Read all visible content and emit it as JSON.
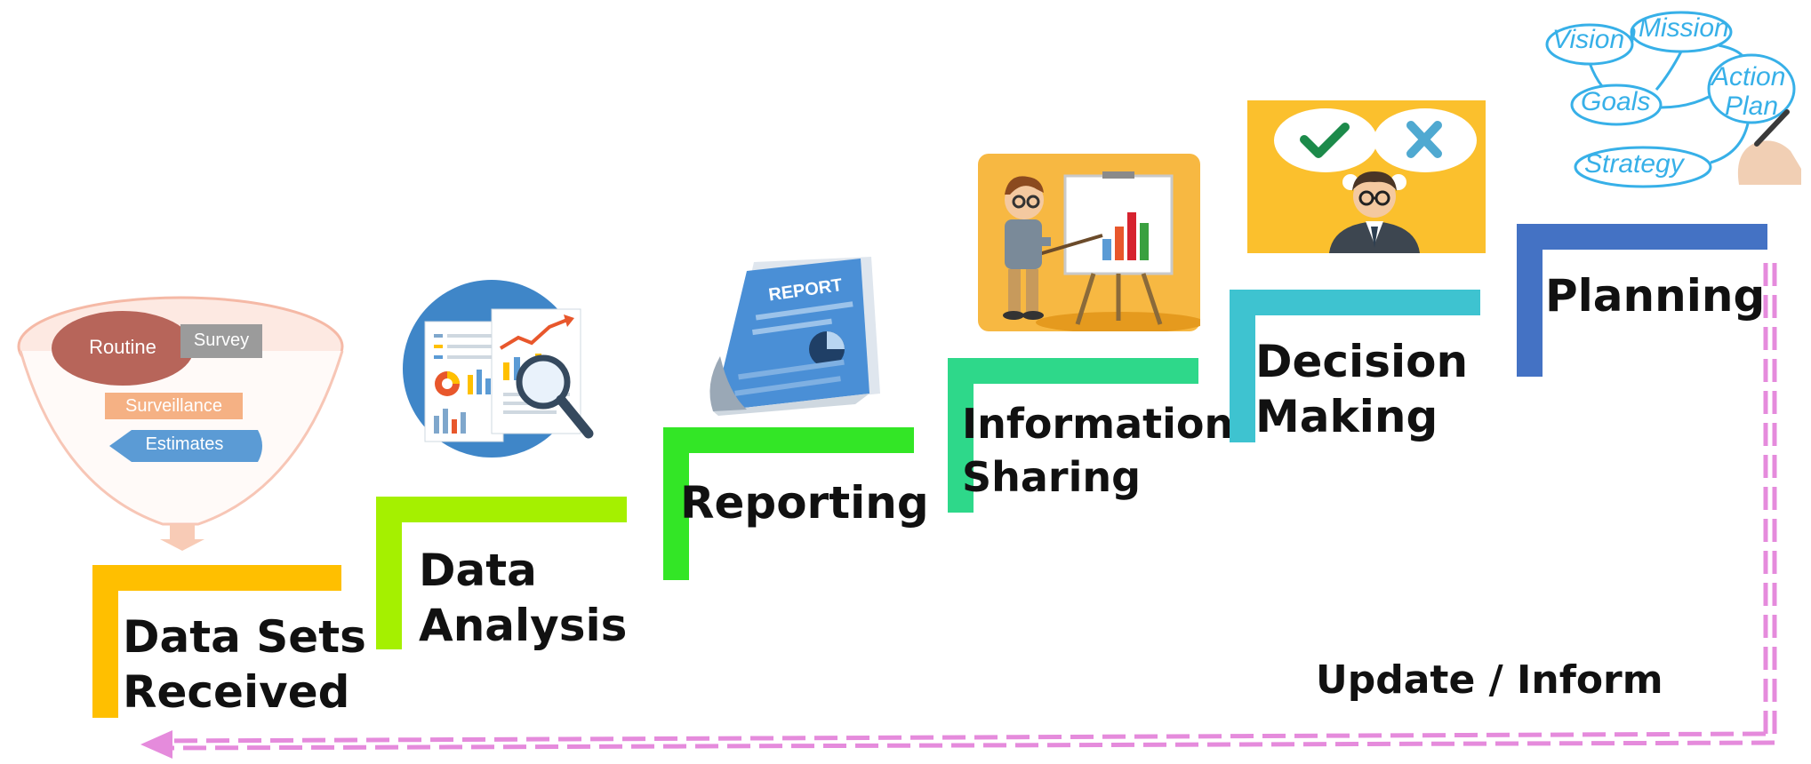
{
  "steps": [
    {
      "id": "data-sets",
      "line1": "Data Sets",
      "line2": "Received",
      "color": "#FFBF00"
    },
    {
      "id": "data-analysis",
      "line1": "Data",
      "line2": "Analysis",
      "color": "#A5F000"
    },
    {
      "id": "reporting",
      "line1": "Reporting",
      "line2": "",
      "color": "#33E626"
    },
    {
      "id": "information-sharing",
      "line1": "Information",
      "line2": "Sharing",
      "color": "#2ED88A"
    },
    {
      "id": "decision-making",
      "line1": "Decision",
      "line2": "Making",
      "color": "#3EC3D0"
    },
    {
      "id": "planning",
      "line1": "Planning",
      "line2": "",
      "color": "#4472C4"
    }
  ],
  "funnel": {
    "routine": "Routine",
    "survey": "Survey",
    "surveillance": "Surveillance",
    "estimates": "Estimates"
  },
  "report_icon": {
    "label": "REPORT"
  },
  "planning_icon": {
    "vision": "Vision",
    "mission": "Mission",
    "goals": "Goals",
    "action_plan_1": "Action",
    "action_plan_2": "Plan",
    "strategy": "Strategy"
  },
  "feedback": {
    "label": "Update / Inform",
    "color": "#E58BDC"
  }
}
